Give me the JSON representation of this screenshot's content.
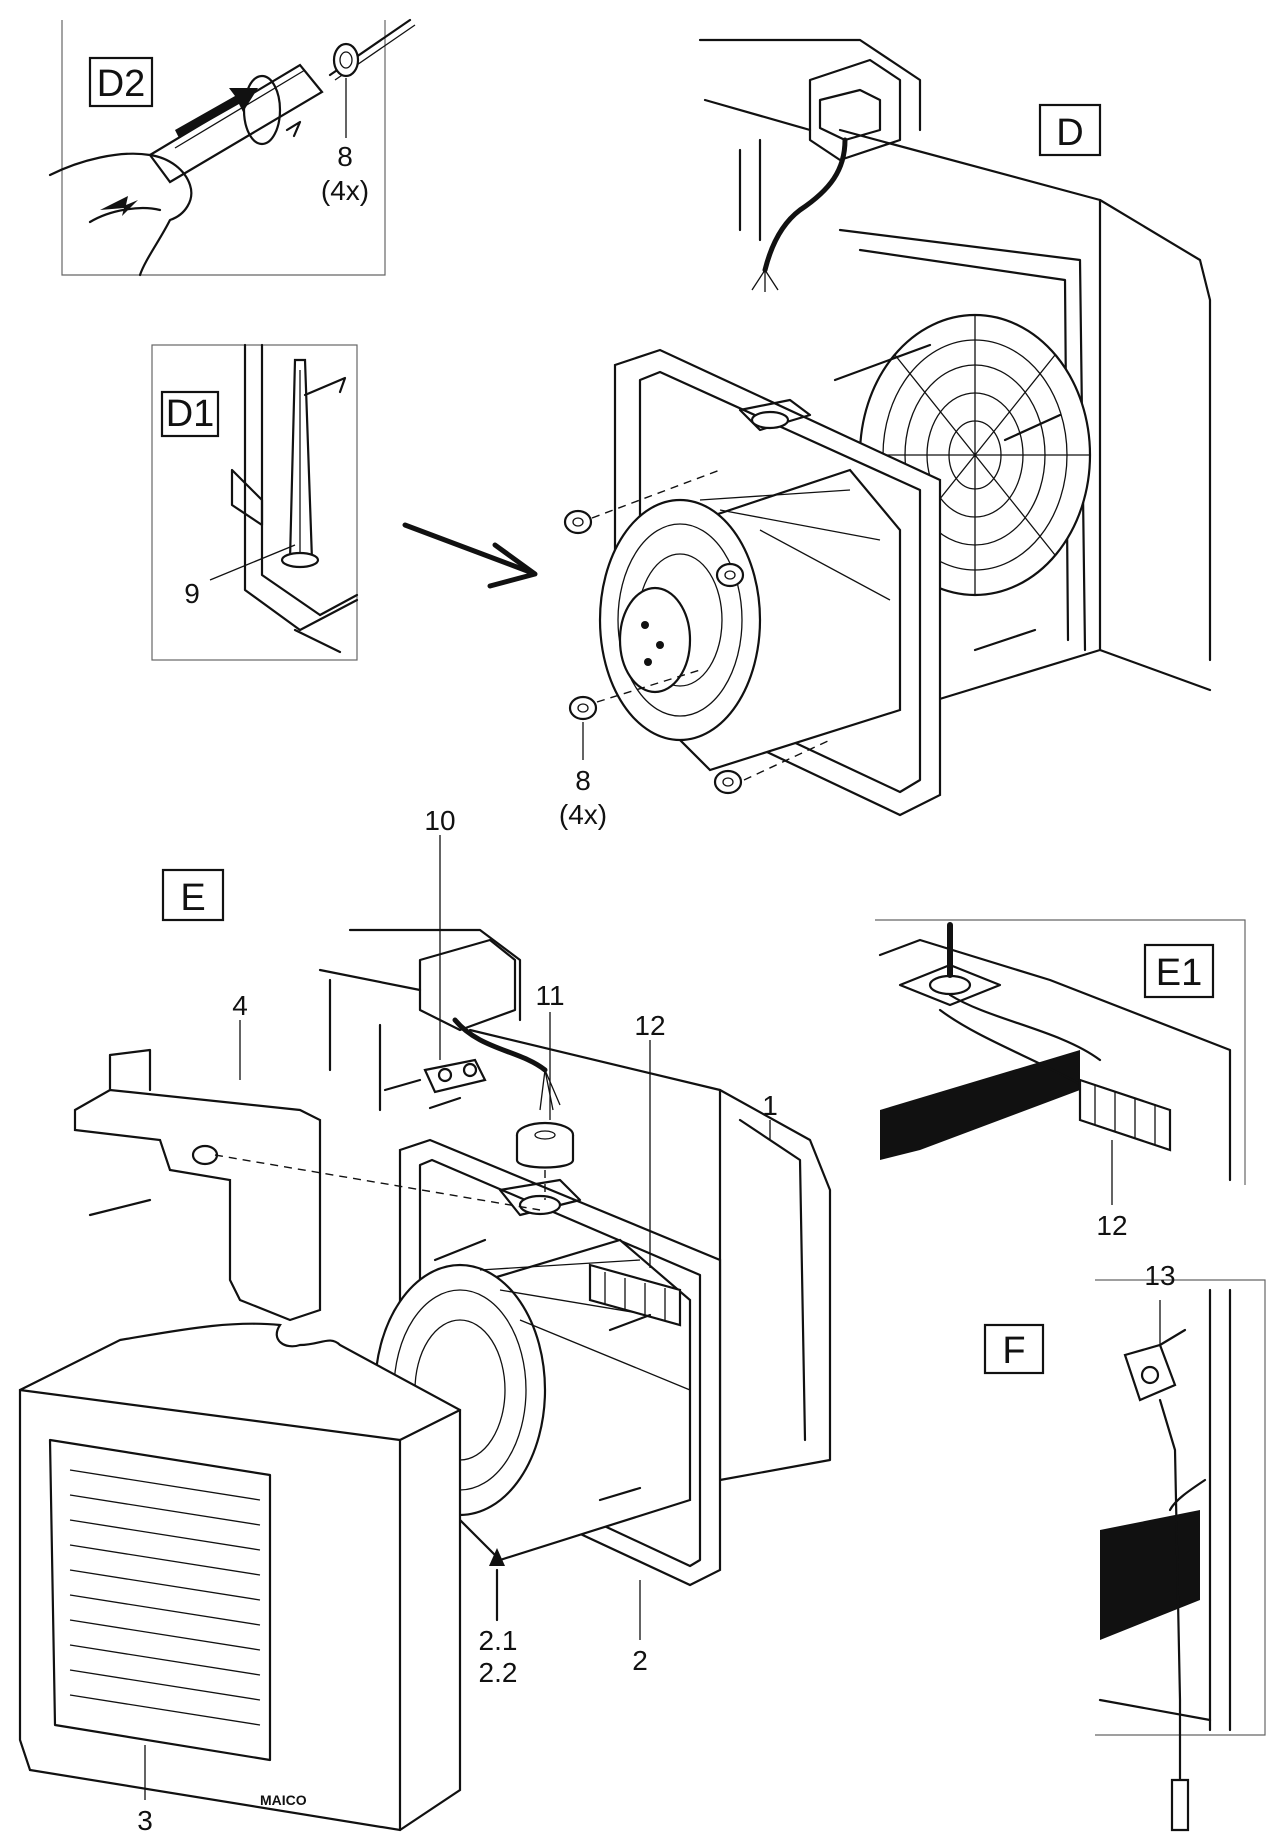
{
  "panels": {
    "d2": {
      "box_label": "D2",
      "part_num": "8",
      "qty": "(4x)"
    },
    "d1": {
      "box_label": "D1",
      "part_num": "9"
    },
    "d": {
      "box_label": "D",
      "part_num": "8",
      "qty": "(4x)"
    },
    "e": {
      "box_label": "E",
      "parts": {
        "p10": "10",
        "p11": "11",
        "p12": "12",
        "p4": "4",
        "p1": "1",
        "p2": "2",
        "p21": "2.1",
        "p22": "2.2",
        "p3": "3"
      }
    },
    "e1": {
      "box_label": "E1",
      "part_num": "12"
    },
    "f": {
      "box_label": "F",
      "part_num": "13"
    }
  },
  "brand_logo": "MAICO"
}
